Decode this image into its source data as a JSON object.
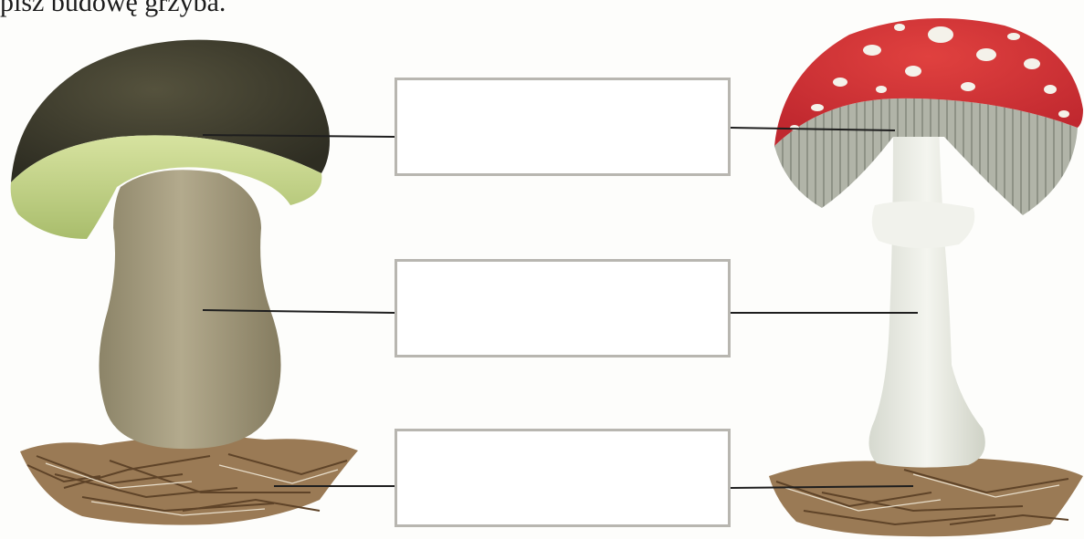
{
  "instruction": {
    "text": "pisz budowę grzyba."
  },
  "label_boxes": [
    {
      "part": "cap",
      "value": ""
    },
    {
      "part": "stem",
      "value": ""
    },
    {
      "part": "mycelium",
      "value": ""
    }
  ],
  "colors": {
    "boletus_cap": "#3b3a2c",
    "boletus_cap_underside": "#c6d68c",
    "boletus_stem": "#a39a80",
    "fly_agaric_cap": "#d4323a",
    "fly_agaric_gills": "#a8aba0",
    "fly_agaric_stem": "#eceee6",
    "soil": "#8a6a48",
    "leader_line": "#1e1e1e",
    "box_border": "#b8b6b0"
  }
}
